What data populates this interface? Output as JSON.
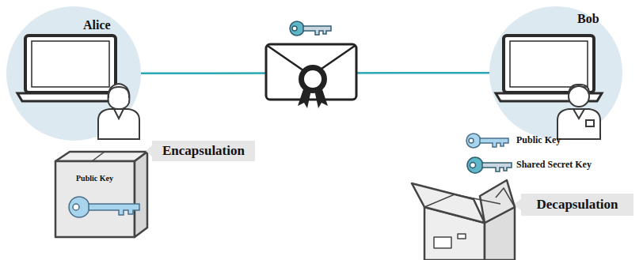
{
  "diagram": {
    "nodes": [
      {
        "text": [
          "Alice"
        ]
      },
      {
        "text": [
          "Bob"
        ]
      },
      {
        "text": [
          "Encapsulation"
        ]
      },
      {
        "text": [
          "Public Key"
        ]
      },
      {
        "text": [
          "Decapsulation"
        ]
      }
    ],
    "edges": [
      {
        "from": 0,
        "to": 1,
        "arrow": "none"
      }
    ],
    "labels": [
      "Public Key",
      "Shared Secret Key"
    ]
  }
}
